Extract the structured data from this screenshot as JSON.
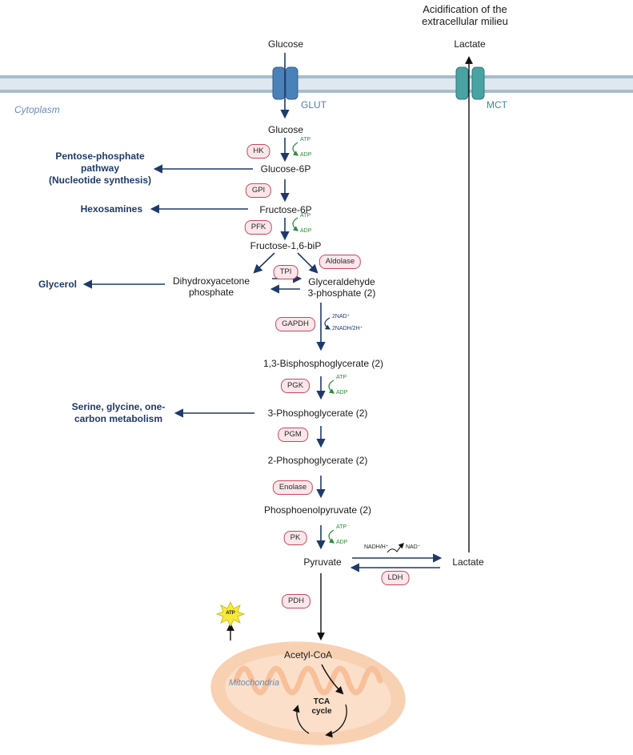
{
  "header": {
    "acidification": "Acidification of the extracellular milieu"
  },
  "membrane": {
    "glucose_out": "Glucose",
    "lactate_out": "Lactate",
    "glut": "GLUT",
    "mct": "MCT",
    "cytoplasm": "Cytoplasm"
  },
  "metabolites": {
    "glucose": "Glucose",
    "g6p": "Glucose-6P",
    "f6p": "Fructose-6P",
    "f16bp": "Fructose-1,6-biP",
    "dhap_1": "Dihydroxyacetone",
    "dhap_2": "phosphate",
    "gap_1": "Glyceraldehyde",
    "gap_2": "3-phosphate (2)",
    "bpg": "1,3-Bisphosphoglycerate (2)",
    "pg3": "3-Phosphoglycerate (2)",
    "pg2": "2-Phosphoglycerate (2)",
    "pep": "Phosphoenolpyruvate (2)",
    "pyruvate": "Pyruvate",
    "lactate": "Lactate",
    "acetylcoa": "Acetyl-CoA",
    "tca": "TCA cycle",
    "mitochondria": "Mitochondria"
  },
  "enzymes": {
    "hk": "HK",
    "gpi": "GPI",
    "pfk": "PFK",
    "tpi": "TPI",
    "aldolase": "Aldolase",
    "gapdh": "GAPDH",
    "pgk": "PGK",
    "pgm": "PGM",
    "enolase": "Enolase",
    "pk": "PK",
    "ldh": "LDH",
    "pdh": "PDH"
  },
  "cofactors": {
    "atp": "ATP",
    "adp": "ADP",
    "nad_in": "2NAD⁺",
    "nadh_out": "2NADH/2H⁺",
    "nadh_h": "NADH/H⁺",
    "nad": "NAD⁻"
  },
  "side_pathways": {
    "ppp_1": "Pentose-phosphate",
    "ppp_2": "pathway",
    "ppp_3": "(Nucleotide synthesis)",
    "hexosamines": "Hexosamines",
    "glycerol": "Glycerol",
    "serine_1": "Serine, glycine, one-",
    "serine_2": "carbon metabolism"
  },
  "atp_star": "ATP",
  "colors": {
    "arrow": "#1f3a68",
    "membrane": "#a9bccd",
    "glut": "#4a82b8",
    "mct": "#4aa3a3",
    "enzyme_border": "#c2495c",
    "cofactor": "#2e8b3a",
    "mito": "#f7c9a4"
  }
}
